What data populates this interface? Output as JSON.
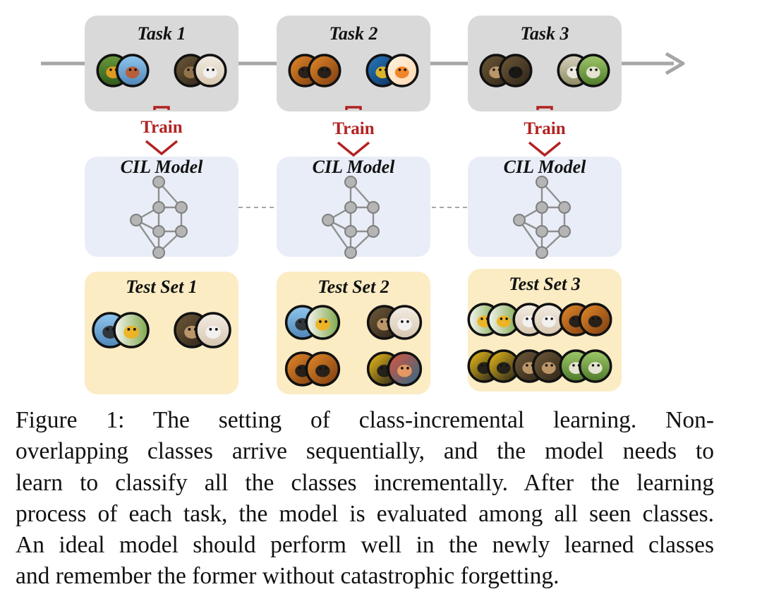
{
  "tasks": [
    {
      "label": "Task 1",
      "icons": [
        [
          "bird-icon",
          "robin-icon"
        ],
        [
          "hedgehog-icon",
          "dog-icon"
        ]
      ]
    },
    {
      "label": "Task 2",
      "icons": [
        [
          "tiger-icon",
          "tiger-icon"
        ],
        [
          "parrot-icon",
          "goldfish-icon"
        ]
      ]
    },
    {
      "label": "Task 3",
      "icons": [
        [
          "monkey-icon",
          "chimpanzee-icon"
        ],
        [
          "goat-icon",
          "sheep-icon"
        ]
      ]
    }
  ],
  "train_label": "Train",
  "model_label": "CIL Model",
  "test_sets": [
    {
      "label": "Test Set 1",
      "rows": [
        [
          [
            "crow-icon",
            "eagle-icon"
          ],
          [
            "monkey-icon",
            "dog-icon"
          ]
        ]
      ]
    },
    {
      "label": "Test Set 2",
      "rows": [
        [
          [
            "crow-icon",
            "eagle-icon"
          ],
          [
            "monkey-icon",
            "dog-icon"
          ]
        ],
        [
          [
            "tiger-icon",
            "tiger-icon"
          ],
          [
            "fish-icon",
            "coral-fish-icon"
          ]
        ]
      ]
    },
    {
      "label": "Test Set 3",
      "rows": [
        [
          [
            "eagle-icon",
            "dog-icon",
            "tiger-icon"
          ]
        ],
        [
          [
            "fish-icon",
            "monkey-icon",
            "sheep-icon"
          ]
        ]
      ]
    }
  ],
  "caption": [
    "Figure 1: The setting of class-incremental learning. Non-",
    "overlapping classes arrive sequentially, and the model needs to",
    "learn to classify all the classes incrementally. After the learning",
    "process of each task, the model is evaluated among all seen classes.",
    "An ideal model should perform well in the newly learned classes",
    "and remember the former without catastrophic forgetting."
  ],
  "colors": {
    "task_box": "#d9d9d9",
    "model_box": "#e8edf7",
    "test_box": "#fbecc4",
    "train_red": "#b22222",
    "arrow_gray": "#a6a6a6",
    "node_gray": "#b5b5b5"
  }
}
